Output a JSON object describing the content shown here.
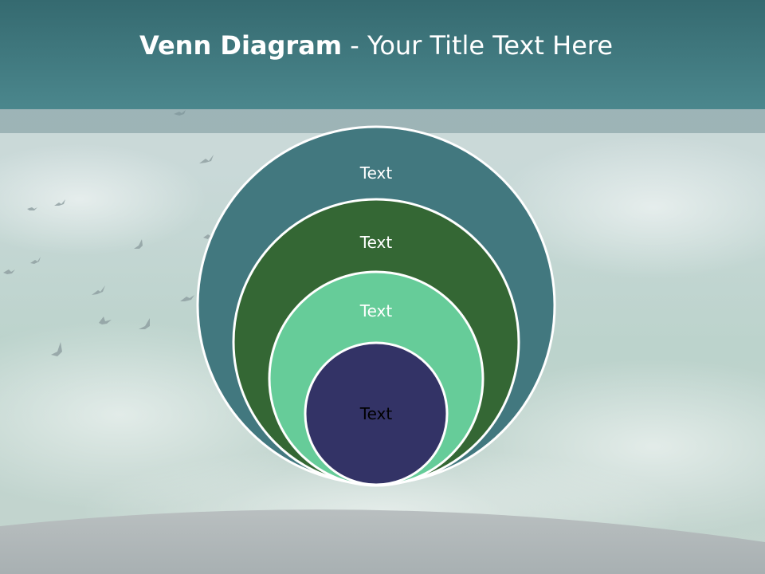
{
  "title": {
    "bold": "Venn Diagram",
    "rest": " - Your Title Text Here"
  },
  "diagram": {
    "circles": [
      {
        "label": "Text",
        "fill": "#42787f",
        "text_color": "#ffffff"
      },
      {
        "label": "Text",
        "fill": "#346734",
        "text_color": "#ffffff"
      },
      {
        "label": "Text",
        "fill": "#66cc99",
        "text_color": "#ffffff"
      },
      {
        "label": "Text",
        "fill": "#333366",
        "text_color": "#000000"
      }
    ]
  },
  "colors": {
    "title_bar": "#42797f",
    "title_text": "#ffffff",
    "circle_outline": "#ffffff"
  }
}
